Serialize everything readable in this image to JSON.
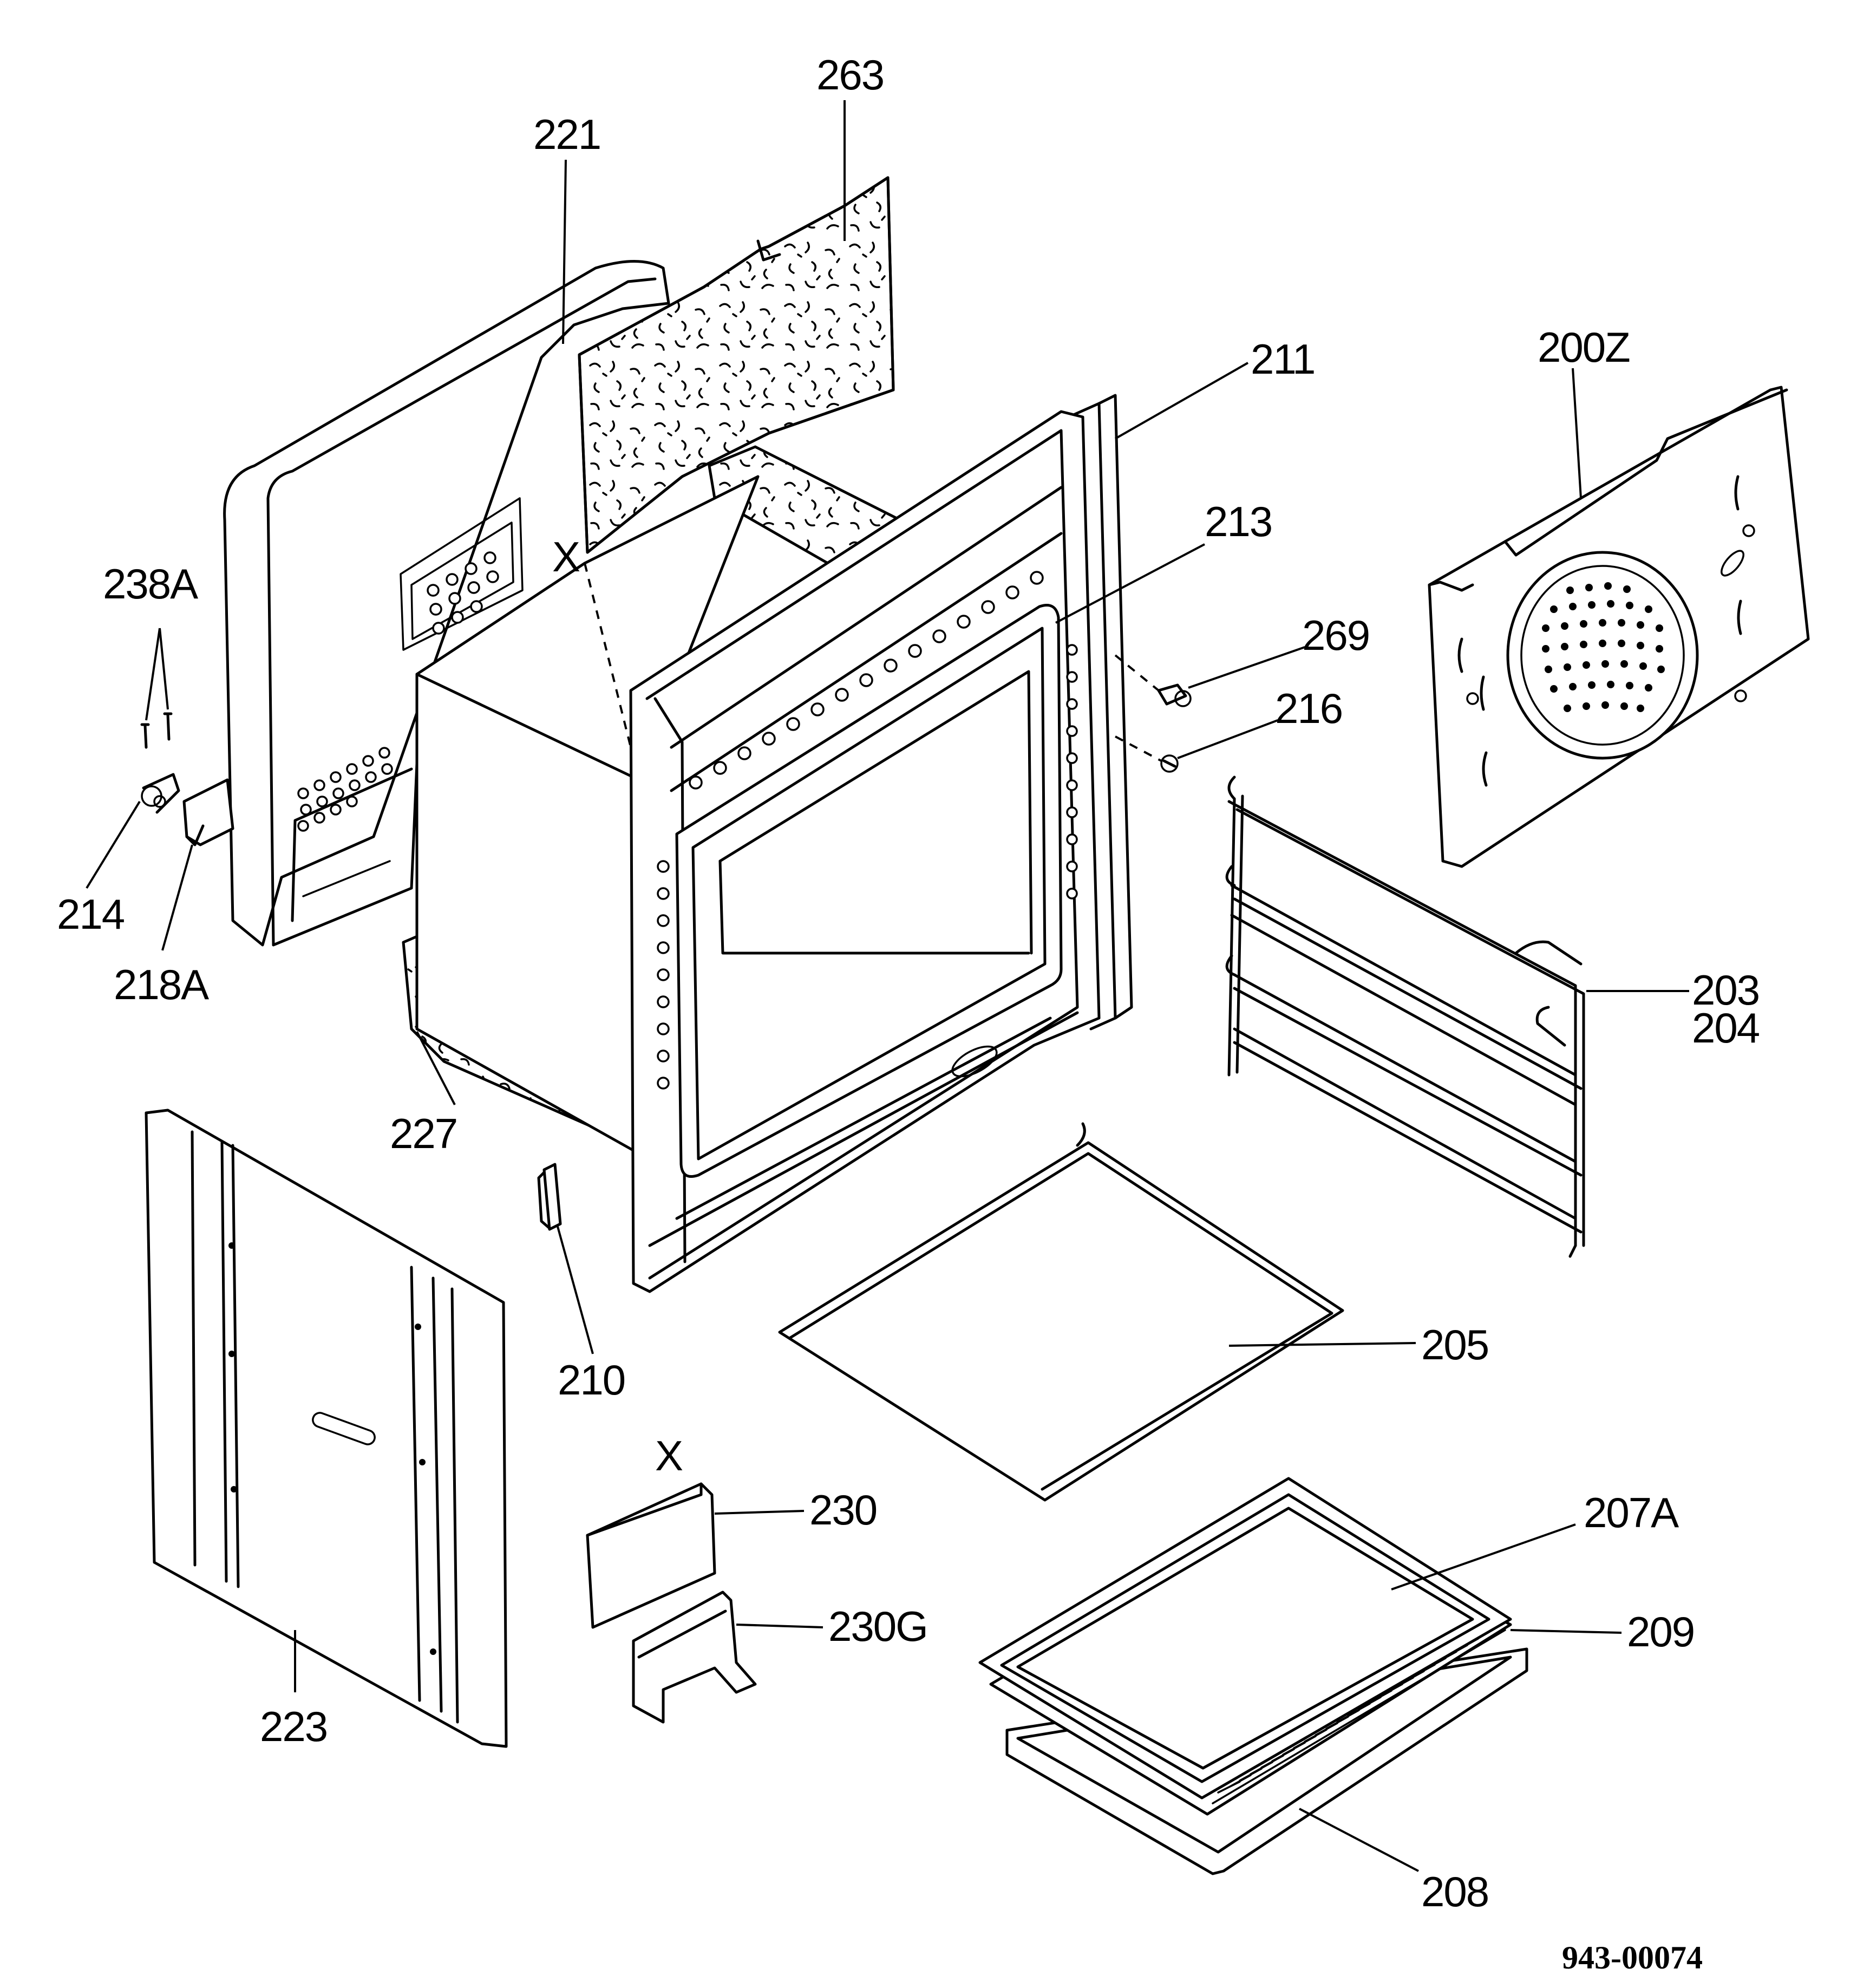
{
  "diagram": {
    "document_number": "943-00074",
    "cross_reference_marker": "X",
    "part_labels": {
      "p263": "263",
      "p221": "221",
      "p211": "211",
      "p200z": "200Z",
      "p213": "213",
      "p238a": "238A",
      "p269": "269",
      "p216": "216",
      "p214": "214",
      "p218a": "218A",
      "p203": "203",
      "p204": "204",
      "p227": "227",
      "p210": "210",
      "p205": "205",
      "p230": "230",
      "p207a": "207A",
      "p230g": "230G",
      "p209": "209",
      "p223": "223",
      "p208": "208"
    }
  }
}
